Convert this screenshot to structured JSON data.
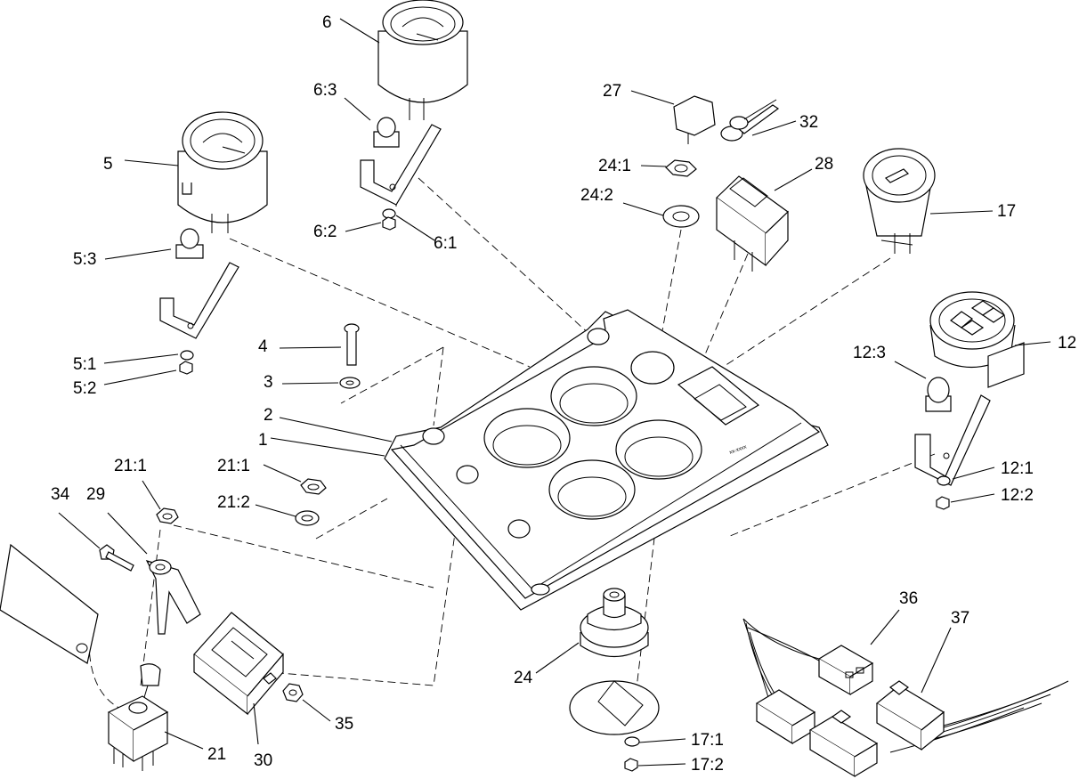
{
  "diagram": {
    "labels": {
      "l1": "1",
      "l2": "2",
      "l3": "3",
      "l4": "4",
      "l5": "5",
      "l5_1": "5:1",
      "l5_2": "5:2",
      "l5_3": "5:3",
      "l6": "6",
      "l6_1": "6:1",
      "l6_2": "6:2",
      "l6_3": "6:3",
      "l12": "12",
      "l12_1": "12:1",
      "l12_2": "12:2",
      "l12_3": "12:3",
      "l17": "17",
      "l17_1": "17:1",
      "l17_2": "17:2",
      "l21": "21",
      "l21_1a": "21:1",
      "l21_1b": "21:1",
      "l21_2": "21:2",
      "l24": "24",
      "l24_1": "24:1",
      "l24_2": "24:2",
      "l27": "27",
      "l28": "28",
      "l29": "29",
      "l30": "30",
      "l32": "32",
      "l34": "34",
      "l35": "35",
      "l36": "36",
      "l37": "37"
    }
  }
}
